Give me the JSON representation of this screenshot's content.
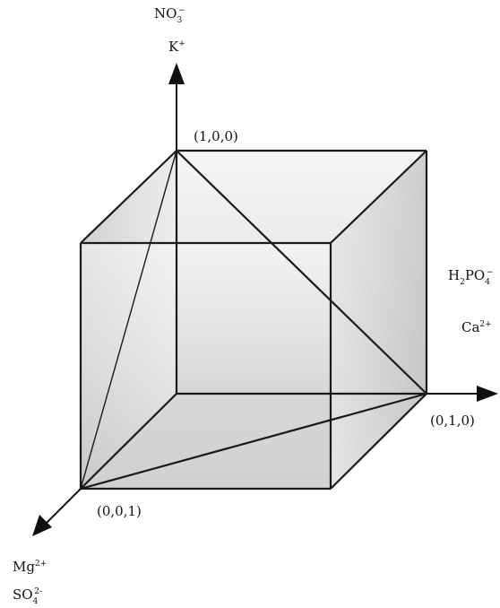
{
  "axes": {
    "vertical": {
      "ion_1": "NO",
      "ion_1_sub": "3",
      "ion_1_sup": "−",
      "ion_2": "K",
      "ion_2_sup": "+"
    },
    "horizontal": {
      "ion_1": "H",
      "ion_1_sub1": "2",
      "ion_1_mid": "PO",
      "ion_1_sub2": "4",
      "ion_1_sup": "−",
      "ion_2": "Ca",
      "ion_2_sup": "2+"
    },
    "depth": {
      "ion_1": "Mg",
      "ion_1_sup": "2+",
      "ion_2": "SO",
      "ion_2_sub": "4",
      "ion_2_sup": "2-"
    }
  },
  "vertices": {
    "top": "(1,0,0)",
    "right": "(0,1,0)",
    "front": "(0,0,1)"
  },
  "colors": {
    "line": "#1a1a1a",
    "shade_dark": "#b9b9b9",
    "shade_light": "#f2f2f2"
  }
}
